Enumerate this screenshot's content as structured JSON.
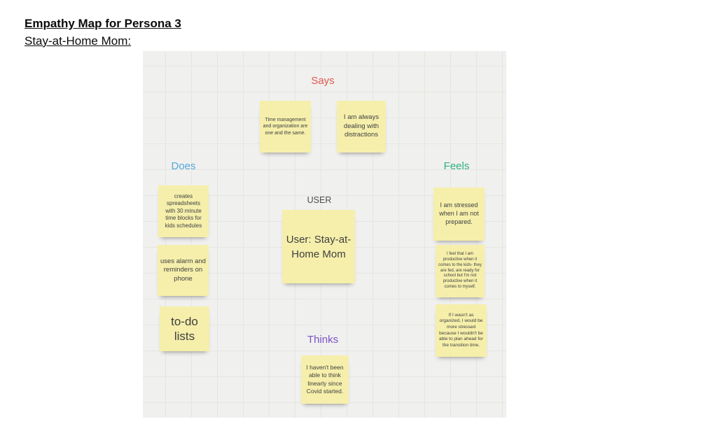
{
  "document": {
    "title_line1": "Empathy Map for Persona 3",
    "title_line2": "Stay-at-Home Mom:"
  },
  "board": {
    "colors": {
      "board_background": "#f0f0ee",
      "grid_line": "#e5e5e2",
      "sticky_note": "#f5efab",
      "note_text": "#404040",
      "says_label": "#df5a4e",
      "does_label": "#54a8dc",
      "feels_label": "#2fb183",
      "thinks_label": "#7a52c8",
      "user_label": "#4d4d4d"
    },
    "quadrants": {
      "says": {
        "label": "Says"
      },
      "does": {
        "label": "Does"
      },
      "feels": {
        "label": "Feels"
      },
      "thinks": {
        "label": "Thinks"
      },
      "user": {
        "label": "USER"
      }
    },
    "notes": [
      {
        "section": "says",
        "text": "Time management and organization are one and the same."
      },
      {
        "section": "says",
        "text": "I am always dealing with distractions"
      },
      {
        "section": "does",
        "text": "creates spreadsheets with 30 minute time blocks for kids schedules"
      },
      {
        "section": "does",
        "text": "uses alarm and reminders on phone"
      },
      {
        "section": "does",
        "text": "to-do lists"
      },
      {
        "section": "feels",
        "text": "I am stressed when I am not prepared."
      },
      {
        "section": "feels",
        "text": "I feel that I am productive when it comes to the kids- they are fed, are ready for school but I'm not productive when it comes to myself."
      },
      {
        "section": "feels",
        "text": "If I wasn't as organized, I would be more stressed because I wouldn't be able to plan ahead for the transition time."
      },
      {
        "section": "user",
        "text": "User: Stay-at-Home Mom"
      },
      {
        "section": "thinks",
        "text": "I haven't been able to think linearly since Covid started."
      }
    ]
  }
}
